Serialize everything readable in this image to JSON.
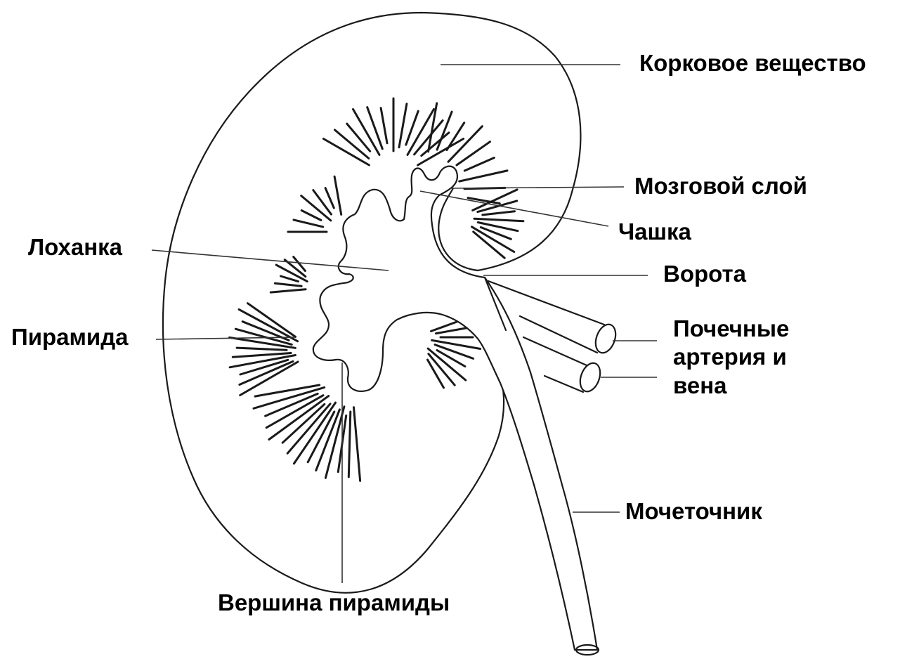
{
  "labels": {
    "cortex": "Корковое вещество",
    "medulla": "Мозговой слой",
    "calyx": "Чашка",
    "pelvis": "Лоханка",
    "hilum": "Ворота",
    "pyramid": "Пирамида",
    "vessels_line1": "Почечные",
    "vessels_line2": "артерия и",
    "vessels_line3": "вена",
    "ureter": "Мочеточник",
    "pyramid_apex": "Вершина пирамиды"
  },
  "colors": {
    "line": "#1a1a1a",
    "text": "#000000",
    "background": "#ffffff"
  }
}
